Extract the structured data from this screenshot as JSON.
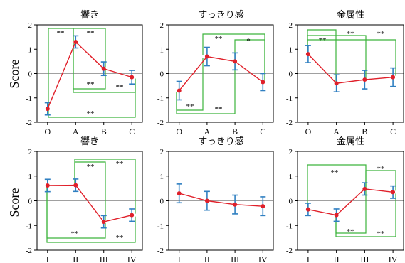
{
  "figure": {
    "ylabel": "Score"
  },
  "style": {
    "line_color": "#e0202a",
    "errorbar_color": "#2f7fc1",
    "sig_color": "#3cb43c",
    "zero_line_color": "#a0a0a0"
  },
  "chart_data": [
    {
      "type": "line",
      "title": "響き",
      "categories": [
        "O",
        "A",
        "B",
        "C"
      ],
      "values": [
        -1.45,
        1.3,
        0.2,
        -0.15
      ],
      "errors": [
        0.25,
        0.25,
        0.28,
        0.28
      ],
      "ylim": [
        -2,
        2
      ],
      "yticks": [
        "2",
        "1",
        "0",
        "-1",
        "-2"
      ],
      "significance": [
        {
          "from": "O",
          "to": "A",
          "label": "**"
        },
        {
          "from": "A",
          "to": "B",
          "label": "**"
        },
        {
          "from": "A",
          "to": "B",
          "label": "**"
        },
        {
          "from": "A",
          "to": "C",
          "label": "**"
        },
        {
          "from": "O",
          "to": "C",
          "label": "**"
        }
      ]
    },
    {
      "type": "line",
      "title": "すっきり感",
      "categories": [
        "O",
        "A",
        "B",
        "C"
      ],
      "values": [
        -0.7,
        0.7,
        0.5,
        -0.35
      ],
      "errors": [
        0.38,
        0.38,
        0.35,
        0.35
      ],
      "ylim": [
        -2,
        2
      ],
      "yticks": [
        "2",
        "1",
        "0",
        "-1",
        "-2"
      ],
      "significance": [
        {
          "from": "A",
          "to": "C",
          "label": "**"
        },
        {
          "from": "B",
          "to": "C",
          "label": "*"
        },
        {
          "from": "O",
          "to": "A",
          "label": "**"
        },
        {
          "from": "O",
          "to": "B",
          "label": "**"
        }
      ]
    },
    {
      "type": "line",
      "title": "金属性",
      "categories": [
        "O",
        "A",
        "B",
        "C"
      ],
      "values": [
        0.8,
        -0.4,
        -0.25,
        -0.15
      ],
      "errors": [
        0.35,
        0.35,
        0.38,
        0.38
      ],
      "ylim": [
        -2,
        2
      ],
      "yticks": [
        "2",
        "1",
        "0",
        "-1",
        "-2"
      ],
      "significance": [
        {
          "from": "O",
          "to": "A",
          "label": "**"
        },
        {
          "from": "O",
          "to": "B",
          "label": "**"
        },
        {
          "from": "O",
          "to": "C",
          "label": "**"
        }
      ]
    },
    {
      "type": "line",
      "title": "響き",
      "categories": [
        "I",
        "II",
        "III",
        "IV"
      ],
      "values": [
        0.62,
        0.63,
        -0.85,
        -0.58
      ],
      "errors": [
        0.25,
        0.25,
        0.25,
        0.25
      ],
      "ylim": [
        -2,
        2
      ],
      "yticks": [
        "2",
        "1",
        "0",
        "-1",
        "-2"
      ],
      "significance": [
        {
          "from": "II",
          "to": "III",
          "label": "**"
        },
        {
          "from": "II",
          "to": "IV",
          "label": "**"
        },
        {
          "from": "I",
          "to": "III",
          "label": "**"
        },
        {
          "from": "I",
          "to": "IV",
          "label": "**"
        }
      ]
    },
    {
      "type": "line",
      "title": "すっきり感",
      "categories": [
        "I",
        "II",
        "III",
        "IV"
      ],
      "values": [
        0.3,
        0.0,
        -0.15,
        -0.22
      ],
      "errors": [
        0.38,
        0.38,
        0.38,
        0.38
      ],
      "ylim": [
        -2,
        2
      ],
      "yticks": [
        "2",
        "1",
        "0",
        "-1",
        "-2"
      ],
      "significance": []
    },
    {
      "type": "line",
      "title": "金属性",
      "categories": [
        "I",
        "II",
        "III",
        "IV"
      ],
      "values": [
        -0.35,
        -0.58,
        0.48,
        0.35
      ],
      "errors": [
        0.25,
        0.25,
        0.25,
        0.25
      ],
      "ylim": [
        -2,
        2
      ],
      "yticks": [
        "2",
        "1",
        "0",
        "-1",
        "-2"
      ],
      "significance": [
        {
          "from": "I",
          "to": "III",
          "label": "**"
        },
        {
          "from": "III",
          "to": "IV",
          "label": "**"
        },
        {
          "from": "II",
          "to": "III",
          "label": "**"
        },
        {
          "from": "II",
          "to": "IV",
          "label": "**"
        }
      ]
    }
  ]
}
